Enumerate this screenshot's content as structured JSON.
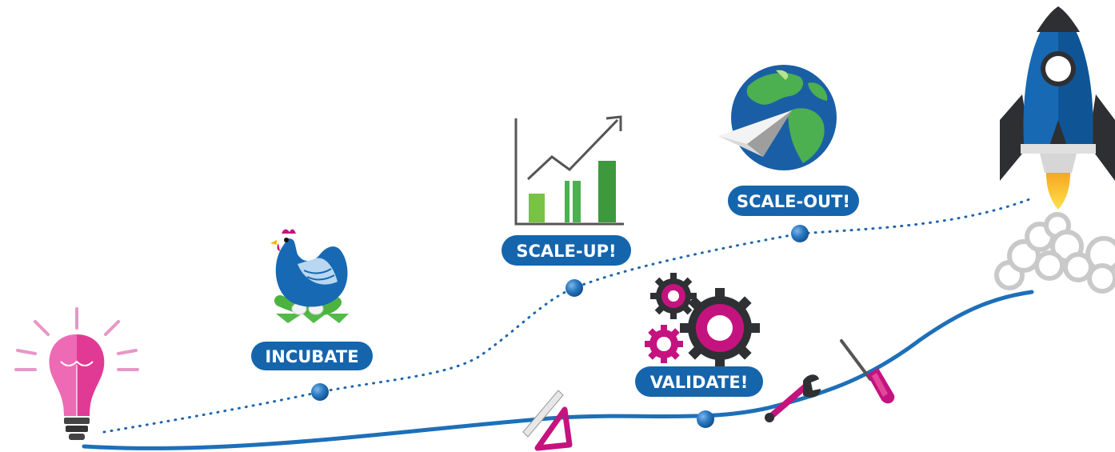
{
  "stages": {
    "incubate": "INCUBATE",
    "scale_up": "SCALE-UP!",
    "scale_out": "SCALE-OUT!",
    "validate": "VALIDATE!"
  },
  "colors": {
    "pill": "#1565ad",
    "curve": "#1e6fb8",
    "dots": "#1c66ae",
    "magenta": "#c4137f",
    "pink": "#e3479c",
    "green": "#4caf50",
    "rocket_blue": "#1769b3",
    "rocket_dark": "#2e2f33"
  }
}
